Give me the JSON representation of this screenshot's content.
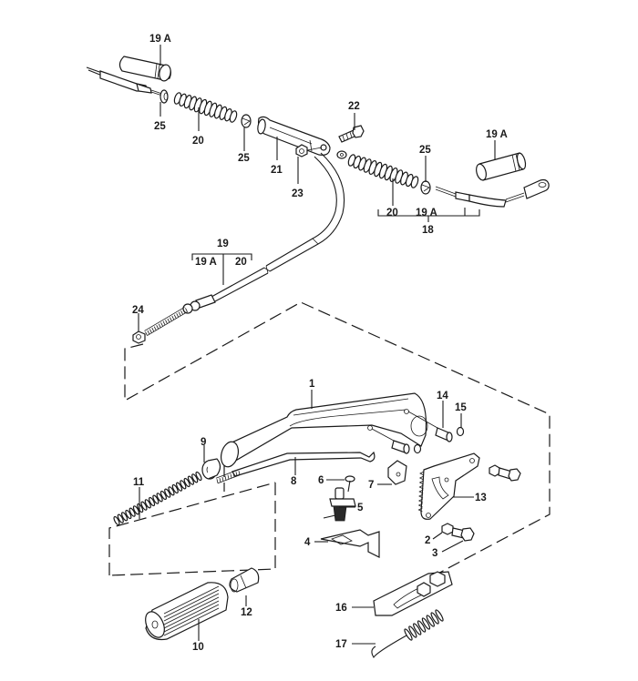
{
  "diagram": {
    "title": "Parking brake lever and cables - exploded parts view",
    "colors": {
      "ink": "#1a1a1a",
      "background": "#ffffff"
    },
    "callouts": {
      "c1": "1",
      "c2": "2",
      "c3": "3",
      "c4": "4",
      "c5": "5",
      "c6": "6",
      "c7": "7",
      "c8": "8",
      "c9": "9",
      "c10": "10",
      "c11": "11",
      "c12": "12",
      "c13": "13",
      "c14": "14",
      "c15": "15",
      "c16": "16",
      "c17": "17",
      "c18": "18",
      "c19": "19",
      "c19a_top_left": "19 A",
      "c19a_top_right": "19 A",
      "c19a_group18": "19 A",
      "c19a_group19": "19 A",
      "c20_left": "20",
      "c20_right": "20",
      "c20_group19": "20",
      "c21": "21",
      "c22": "22",
      "c23": "23",
      "c24": "24",
      "c25_left": "25",
      "c25_mid": "25",
      "c25_right": "25"
    },
    "groups": [
      {
        "id": "18",
        "members": [
          "20",
          "19 A"
        ]
      },
      {
        "id": "19",
        "members": [
          "19 A",
          "20"
        ]
      }
    ]
  }
}
